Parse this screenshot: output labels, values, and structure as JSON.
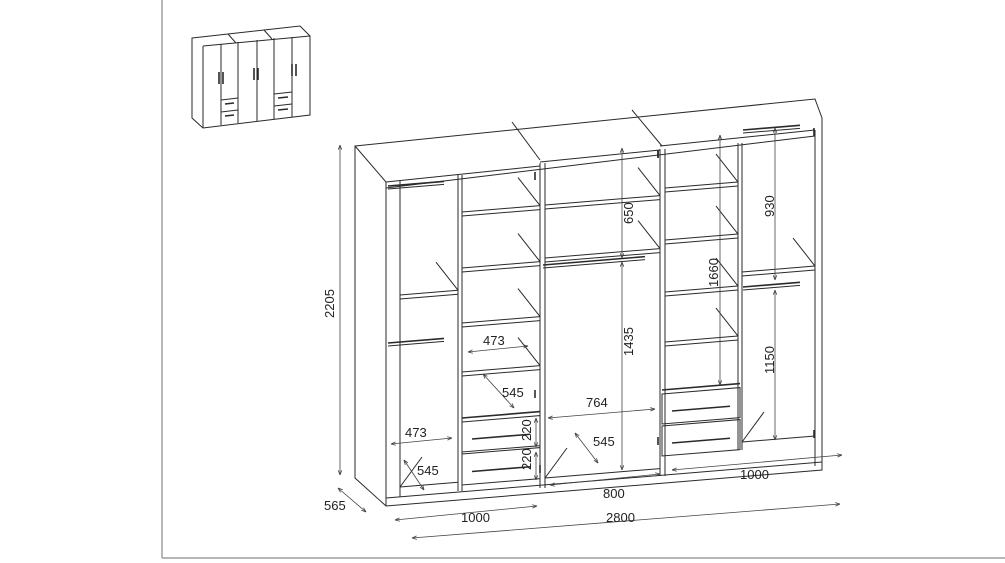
{
  "drawing": {
    "subject": "wardrobe-dimension-diagram",
    "units": "mm",
    "dimensions": {
      "total_height": "2205",
      "depth": "565",
      "left_module_width": "1000",
      "middle_module_width": "800",
      "right_module_width": "1000",
      "total_width": "2800",
      "shelf_width_upper": "473",
      "shelf_depth_upper": "545",
      "hanging_width_left": "473",
      "hanging_depth_left": "545",
      "drawer_height_top": "220",
      "drawer_height_bottom": "220",
      "middle_inner_width": "764",
      "middle_inner_depth": "545",
      "middle_upper_height": "650",
      "middle_hanging_height": "1435",
      "right_shelf_column_height": "1660",
      "right_upper_hanging_height": "930",
      "right_lower_hanging_height": "1150"
    }
  }
}
